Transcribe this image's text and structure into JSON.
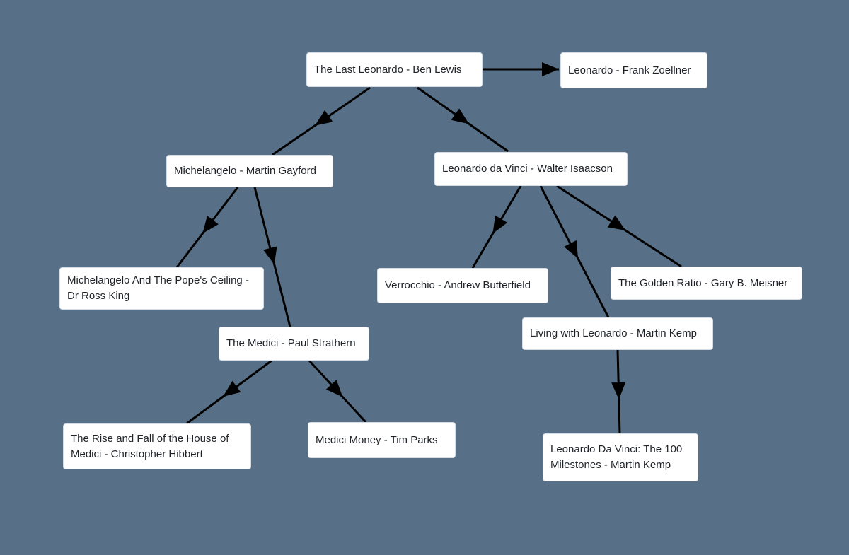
{
  "nodes": [
    {
      "id": "last-leonardo",
      "label": "The Last Leonardo - Ben Lewis"
    },
    {
      "id": "zoellner",
      "label": "Leonardo - Frank Zoellner"
    },
    {
      "id": "michelangelo-gayford",
      "label": "Michelangelo - Martin Gayford"
    },
    {
      "id": "davinci-isaacson",
      "label": "Leonardo da Vinci - Walter Isaacson"
    },
    {
      "id": "popes-ceiling",
      "label": "Michelangelo And The Pope's Ceiling - Dr Ross King"
    },
    {
      "id": "verrocchio",
      "label": "Verrocchio - Andrew Butterfield"
    },
    {
      "id": "golden-ratio",
      "label": "The Golden Ratio - Gary B. Meisner"
    },
    {
      "id": "medici-strathern",
      "label": "The Medici - Paul Strathern"
    },
    {
      "id": "living-leonardo",
      "label": "Living with Leonardo - Martin Kemp"
    },
    {
      "id": "rise-fall-medici",
      "label": "The Rise and Fall of the House of Medici - Christopher Hibbert"
    },
    {
      "id": "medici-money",
      "label": "Medici Money - Tim Parks"
    },
    {
      "id": "100-milestones",
      "label": "Leonardo Da Vinci: The 100 Milestones - Martin Kemp"
    }
  ],
  "edges": [
    {
      "from": "last-leonardo",
      "to": "zoellner"
    },
    {
      "from": "last-leonardo",
      "to": "michelangelo-gayford"
    },
    {
      "from": "last-leonardo",
      "to": "davinci-isaacson"
    },
    {
      "from": "michelangelo-gayford",
      "to": "popes-ceiling"
    },
    {
      "from": "michelangelo-gayford",
      "to": "medici-strathern"
    },
    {
      "from": "davinci-isaacson",
      "to": "verrocchio"
    },
    {
      "from": "davinci-isaacson",
      "to": "living-leonardo"
    },
    {
      "from": "davinci-isaacson",
      "to": "golden-ratio"
    },
    {
      "from": "medici-strathern",
      "to": "rise-fall-medici"
    },
    {
      "from": "medici-strathern",
      "to": "medici-money"
    },
    {
      "from": "living-leonardo",
      "to": "100-milestones"
    }
  ]
}
